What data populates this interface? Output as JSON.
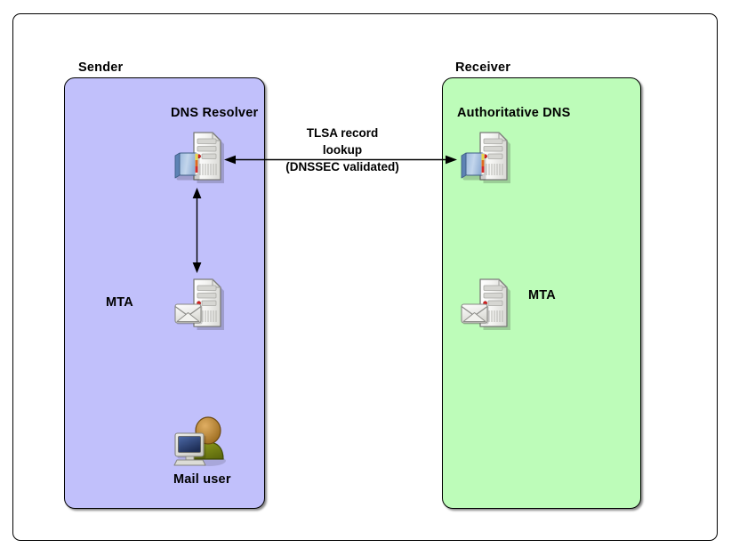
{
  "diagram": {
    "title_hidden": "",
    "zones": [
      {
        "id": "sender",
        "label": "Sender",
        "color": "#c1c0fb",
        "nodes": [
          {
            "id": "dns-resolver",
            "label": "DNS Resolver",
            "icon": "dns-server-icon"
          },
          {
            "id": "mta",
            "label": "MTA",
            "icon": "mail-server-icon"
          },
          {
            "id": "mail-user",
            "label": "Mail user",
            "icon": "mail-user-icon"
          }
        ]
      },
      {
        "id": "receiver",
        "label": "Receiver",
        "color": "#bdfcb9",
        "nodes": [
          {
            "id": "authoritative-dns",
            "label": "Authoritative DNS",
            "icon": "dns-server-icon"
          },
          {
            "id": "mta",
            "label": "MTA",
            "icon": "mail-server-icon"
          }
        ]
      }
    ],
    "connectors": [
      {
        "id": "tlsa-lookup",
        "from": "dns-resolver",
        "to": "authoritative-dns",
        "direction": "bidirectional",
        "orientation": "horizontal",
        "label_lines": [
          "TLSA record",
          "lookup",
          "(DNSSEC validated)"
        ]
      },
      {
        "id": "resolver-mta-link",
        "from": "dns-resolver",
        "to": "mta",
        "direction": "bidirectional",
        "orientation": "vertical",
        "label_lines": []
      }
    ],
    "colors": {
      "sender_fill": "#c1c0fb",
      "receiver_fill": "#bdfcb9",
      "stroke": "#000000",
      "canvas": "#ffffff"
    }
  }
}
